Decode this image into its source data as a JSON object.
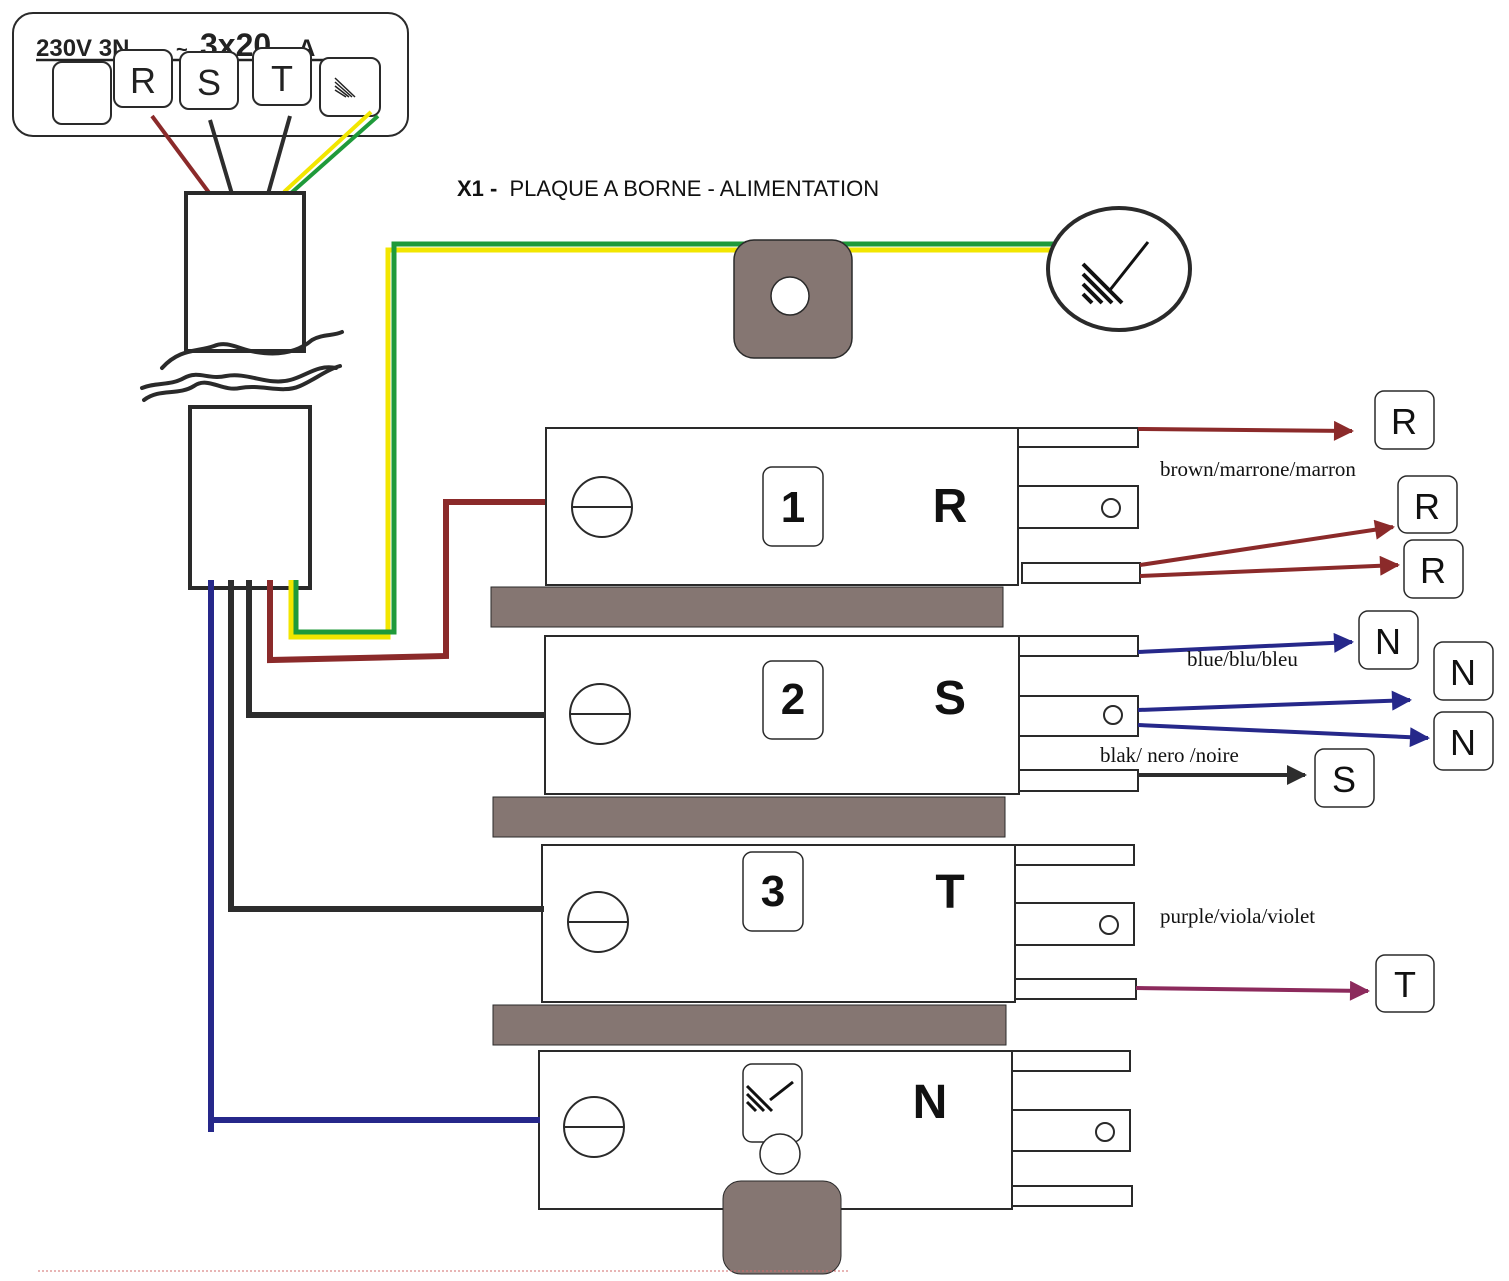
{
  "header": {
    "supply_label": "230V  3N ~ 3x20A",
    "supply_main": "230V  3N",
    "supply_tilde": "~",
    "supply_current": "3x20",
    "supply_unit": "A",
    "terminal_labels": [
      "R",
      "S",
      "T"
    ],
    "terminal_block_title_prefix": "X1 -",
    "terminal_block_title": "PLAQUE A BORNE - ALIMENTATION"
  },
  "blocks": [
    {
      "number": "1",
      "phase": "R"
    },
    {
      "number": "2",
      "phase": "S"
    },
    {
      "number": "3",
      "phase": "T"
    },
    {
      "number": "",
      "phase": "N"
    }
  ],
  "outputs": {
    "r_top": "R",
    "r_mid": "R",
    "r_low": "R",
    "n_top": "N",
    "n_mid": "N",
    "n_low": "N",
    "s_out": "S",
    "t_out": "T"
  },
  "color_labels": {
    "brown": "brown/marrone/marron",
    "blue": "blue/blu/bleu",
    "black": "blak/ nero /noire",
    "purple": "purple/viola/violet"
  },
  "colors": {
    "brown_wire": "#8b2a2a",
    "black_wire": "#2d2d2d",
    "blue_wire": "#26288a",
    "purple_wire": "#8c2a5c",
    "earth_green": "#1f9a3a",
    "earth_yellow": "#f2e600",
    "bar_fill": "#857672",
    "outline": "#2a2a2a"
  },
  "icons": [
    "earth-ground-icon",
    "screw-terminal-icon",
    "mounting-hole-icon"
  ]
}
